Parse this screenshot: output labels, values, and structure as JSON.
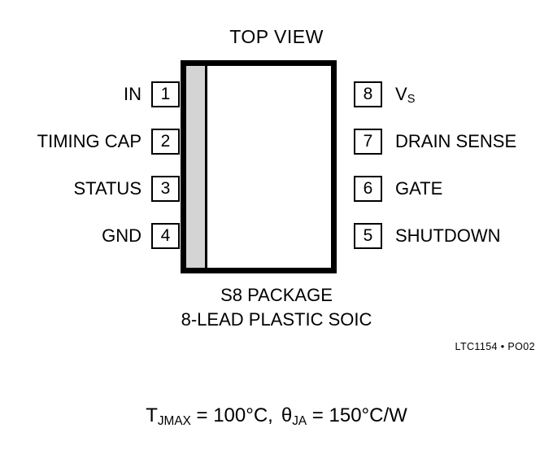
{
  "title": "TOP VIEW",
  "package": {
    "marker": "pin1-gray-strip",
    "caption_line_1": "S8 PACKAGE",
    "caption_line_2": "8-LEAD PLASTIC SOIC"
  },
  "pins": {
    "left": [
      {
        "number": "1",
        "label": "IN"
      },
      {
        "number": "2",
        "label": "TIMING CAP"
      },
      {
        "number": "3",
        "label": "STATUS"
      },
      {
        "number": "4",
        "label": "GND"
      }
    ],
    "right": [
      {
        "number": "8",
        "label": "V",
        "sub": "S"
      },
      {
        "number": "7",
        "label": "DRAIN SENSE",
        "sub": ""
      },
      {
        "number": "6",
        "label": "GATE",
        "sub": ""
      },
      {
        "number": "5",
        "label": "SHUTDOWN",
        "sub": ""
      }
    ]
  },
  "figure_id": "LTC1154 • PO02",
  "thermal": {
    "tj_symbol": "T",
    "tj_sub": "JMAX",
    "tj_value": " = 100°C,",
    "theta_symbol": "θ",
    "theta_sub": "JA",
    "theta_value": " = 150°C/W"
  }
}
